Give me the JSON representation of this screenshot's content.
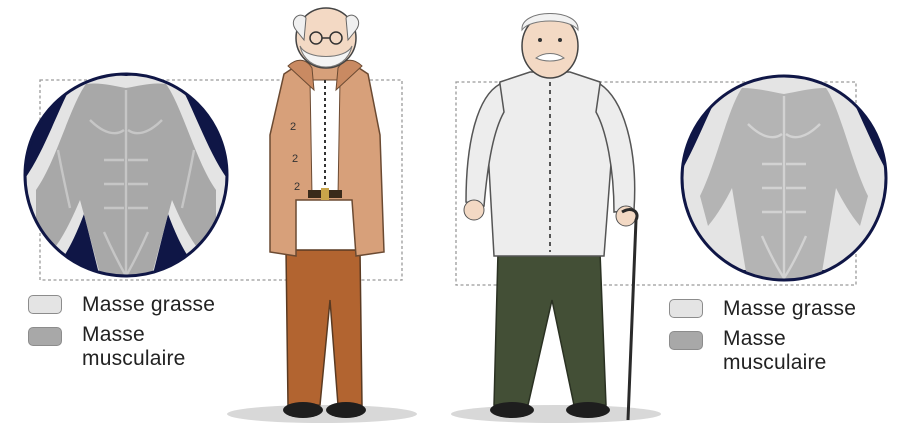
{
  "colors": {
    "fat_mass": "#e4e4e4",
    "muscle_mass": "#a8a8a8",
    "circle_bg": "#0f1646",
    "coat": "#d7a07a",
    "trousers_left": "#b26430",
    "shirt": "#ededed",
    "trousers_right": "#434f36"
  },
  "left_legend": {
    "fat_label": "Masse grasse",
    "muscle_label": "Masse\nmusculaire"
  },
  "right_legend": {
    "fat_label": "Masse grasse",
    "muscle_label": "Masse\nmusculaire"
  },
  "icons": [
    "elderly-man-in-coat-figure",
    "elderly-man-with-cane-figure",
    "torso-muscle-illustration"
  ]
}
